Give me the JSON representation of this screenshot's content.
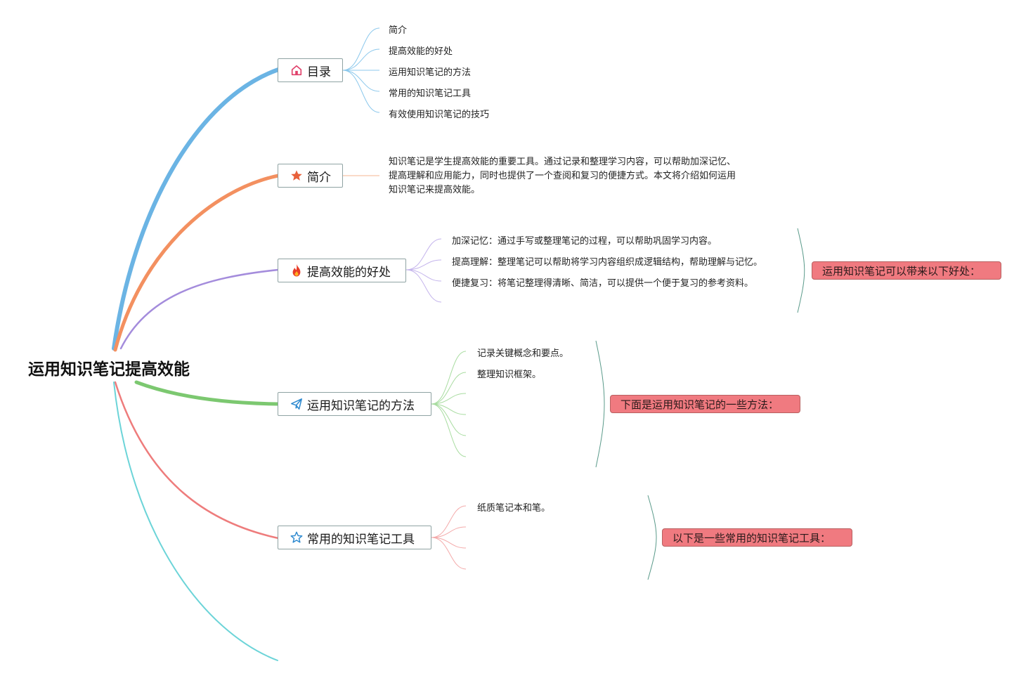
{
  "root": {
    "title": "运用知识笔记提高效能"
  },
  "topics": [
    {
      "id": "toc",
      "label": "目录",
      "icon": "home-icon",
      "color": "#6bb4e4",
      "leaves": [
        "简介",
        "提高效能的好处",
        "运用知识笔记的方法",
        "常用的知识笔记工具",
        "有效使用知识笔记的技巧"
      ]
    },
    {
      "id": "intro",
      "label": "简介",
      "icon": "star-solid-icon",
      "color": "#f39060",
      "paragraph": "知识笔记是学生提高效能的重要工具。通过记录和整理学习内容，可以帮助加深记忆、提高理解和应用能力，同时也提供了一个查阅和复习的便捷方式。本文将介绍如何运用知识笔记来提高效能。"
    },
    {
      "id": "benefits",
      "label": "提高效能的好处",
      "icon": "flame-icon",
      "color": "#a48cdc",
      "leaves": [
        "加深记忆：通过手写或整理笔记的过程，可以帮助巩固学习内容。",
        "提高理解：整理笔记可以帮助将学习内容组织成逻辑结构，帮助理解与记忆。",
        "便捷复习：将笔记整理得清晰、简洁，可以提供一个便于复习的参考资料。"
      ],
      "summary": "运用知识笔记可以带来以下好处："
    },
    {
      "id": "methods",
      "label": "运用知识笔记的方法",
      "icon": "paper-plane-icon",
      "color": "#7cc870",
      "leaves": [
        "记录关键概念和要点。",
        "整理知识框架。",
        "",
        "",
        ""
      ],
      "summary": "下面是运用知识笔记的一些方法："
    },
    {
      "id": "tools",
      "label": "常用的知识笔记工具",
      "icon": "star-outline-icon",
      "color": "#ee7c7c",
      "leaves": [
        "纸质笔记本和笔。",
        "",
        ""
      ],
      "summary": "以下是一些常用的知识笔记工具："
    }
  ],
  "extra_branch": {
    "color": "#6cd4d8"
  }
}
